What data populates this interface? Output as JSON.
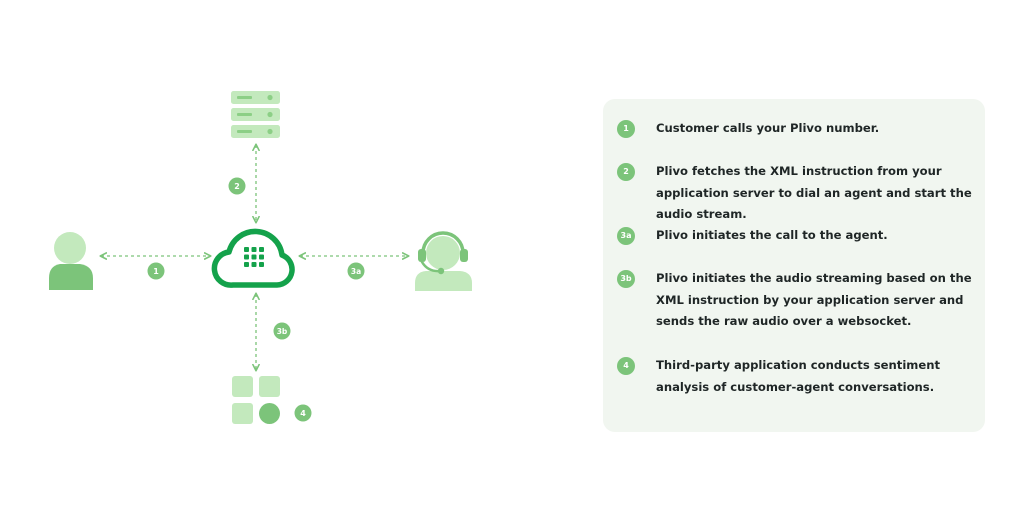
{
  "diagram": {
    "labels": {
      "customer_link": "1",
      "server_link": "2",
      "agent_link": "3a",
      "app_link": "3b",
      "app": "4"
    }
  },
  "steps": [
    {
      "badge": "1",
      "text": "Customer calls your Plivo number."
    },
    {
      "badge": "2",
      "text": "Plivo fetches the XML instruction from your application server to dial an agent and start the audio stream."
    },
    {
      "badge": "3a",
      "text": "Plivo initiates the call to the agent."
    },
    {
      "badge": "3b",
      "text": "Plivo initiates the audio streaming based on the XML instruction by your application server and sends the raw audio over a websocket."
    },
    {
      "badge": "4",
      "text": "Third-party application conducts sentiment analysis of customer-agent conversations."
    }
  ],
  "colors": {
    "accent_dark": "#14a24b",
    "accent": "#7cc47a",
    "accent_light": "#c3e9bd",
    "panel_bg": "#f1f6f0"
  }
}
